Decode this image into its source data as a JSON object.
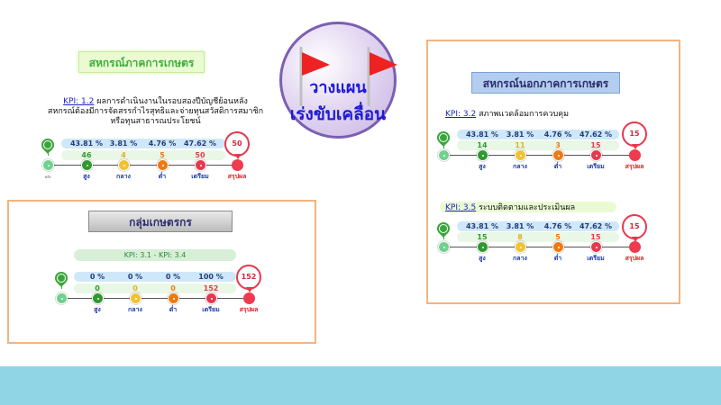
{
  "colors": {
    "high": "#2f9a2f",
    "medium": "#f1c232",
    "low": "#ee7a12",
    "prep": "#e43a50",
    "start": "#6fd18e",
    "summary": "#ee3b4f"
  },
  "center": {
    "line1": "วางแผน",
    "line2": "เร่งขับเคลื่อน"
  },
  "banners": {
    "agri_coop": "สหกรณ์ภาคการเกษตร",
    "non_agri_coop": "สหกรณ์นอกภาคการเกษตร",
    "farmer_group": "กลุ่มเกษตรกร"
  },
  "labels": {
    "high": "สูง",
    "medium": "กลาง",
    "low": "ต่ำ",
    "prep": "เตรียม",
    "summary": "สรุปผล",
    "start": "หลัง"
  },
  "kpi_1_2": {
    "code": "KPI: 1.2",
    "text1": " ผลการดำเนินงานในรอบสองปีบัญชีย้อนหลัง",
    "text2": "สหกรณ์ต้องมีการจัดสรรกำไรสุทธิและจ่ายทุนสวัสดิการสมาชิก",
    "text3": "หรือทุนสาธารณประโยชน์",
    "pcts": [
      "43.81 %",
      "3.81 %",
      "4.76 %",
      "47.62 %"
    ],
    "counts": [
      "46",
      "4",
      "5",
      "50"
    ],
    "total": "50"
  },
  "kpi_3_1": {
    "code": "KPI: 3.1 - KPI: 3.4",
    "pcts": [
      "0 %",
      "0 %",
      "0 %",
      "100 %"
    ],
    "counts": [
      "0",
      "0",
      "0",
      "152"
    ],
    "total": "152"
  },
  "kpi_3_2": {
    "code": "KPI: 3.2",
    "text": " สภาพแวดล้อมการควบคุม",
    "pcts": [
      "43.81 %",
      "3.81 %",
      "4.76 %",
      "47.62 %"
    ],
    "counts": [
      "14",
      "11",
      "3",
      "15"
    ],
    "total": "15"
  },
  "kpi_3_5": {
    "code": "KPI: 3.5",
    "text": " ระบบติดตามและประเมินผล",
    "pcts": [
      "43.81 %",
      "3.81 %",
      "4.76 %",
      "47.62 %"
    ],
    "counts": [
      "15",
      "8",
      "5",
      "15"
    ],
    "total": "15"
  }
}
